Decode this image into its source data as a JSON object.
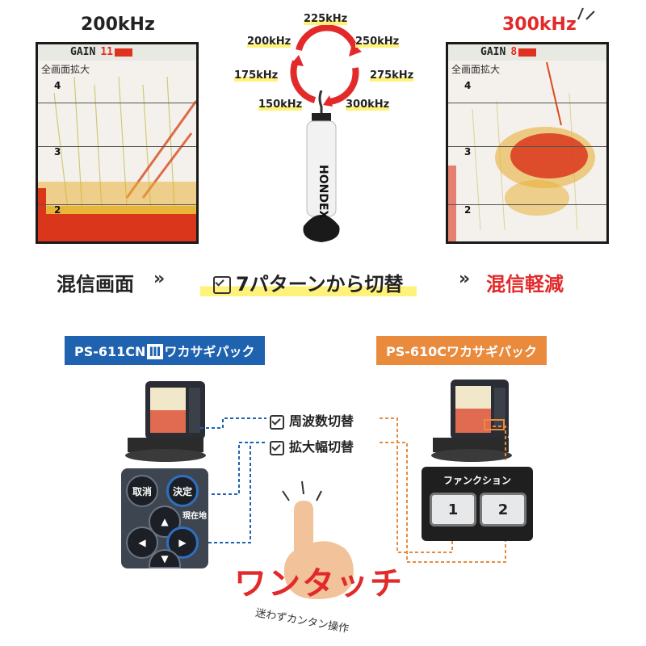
{
  "top": {
    "left_freq": "200kHz",
    "right_freq": "300kHz",
    "left_screen": {
      "gain_label": "GAIN",
      "gain_value": "11",
      "zoom_label": "全画面拡大",
      "depths": [
        "4",
        "3",
        "2"
      ]
    },
    "right_screen": {
      "gain_label": "GAIN",
      "gain_value": "8",
      "zoom_label": "全画面拡大",
      "depths": [
        "4",
        "3",
        "2"
      ]
    },
    "cycle_labels": [
      "225kHz",
      "200kHz",
      "250kHz",
      "175kHz",
      "275kHz",
      "150kHz",
      "300kHz"
    ],
    "transducer_brand": "HONDEX",
    "left_caption": "混信画面",
    "middle_caption": "7パターンから切替",
    "right_caption": "混信軽減",
    "arrows": "»"
  },
  "bottom": {
    "left_pack": "PS-611CN",
    "left_pack_mark": "Ⅲ",
    "left_pack_suffix": "ワカサギパック",
    "right_pack": "PS-610Cワカサギパック",
    "feature_1": "周波数切替",
    "feature_2": "拡大幅切替",
    "keys": {
      "cancel": "取消",
      "enter": "決定",
      "current": "現在地"
    },
    "function_title": "ファンクション",
    "function_keys": [
      "1",
      "2"
    ],
    "onetouch": "ワンタッチ",
    "subtext": "迷わずカンタン操作"
  },
  "colors": {
    "blue": "#1e62b0",
    "orange": "#e98a3d",
    "red": "#e22a2a"
  }
}
